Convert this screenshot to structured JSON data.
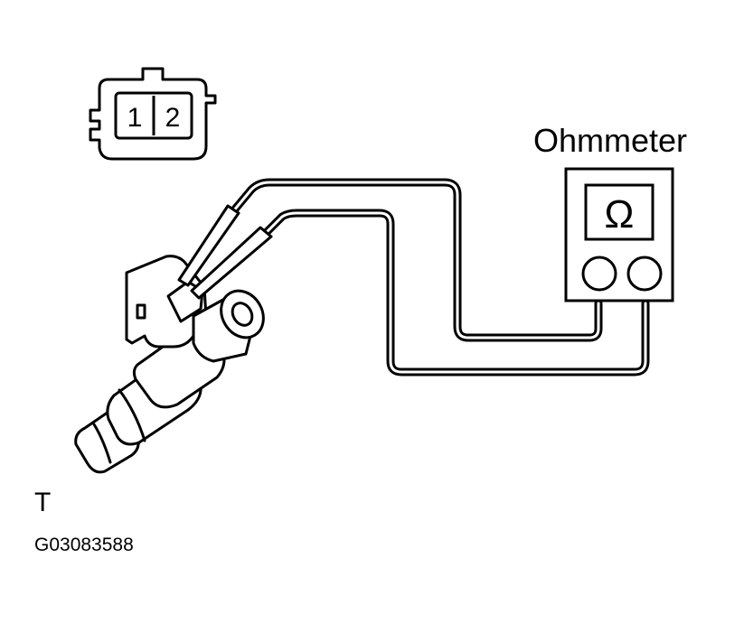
{
  "connector": {
    "pins": [
      "1",
      "2"
    ]
  },
  "meter": {
    "label": "Ohmmeter",
    "symbol": "Ω"
  },
  "footer": {
    "view_letter": "T",
    "code": "G03083588"
  }
}
